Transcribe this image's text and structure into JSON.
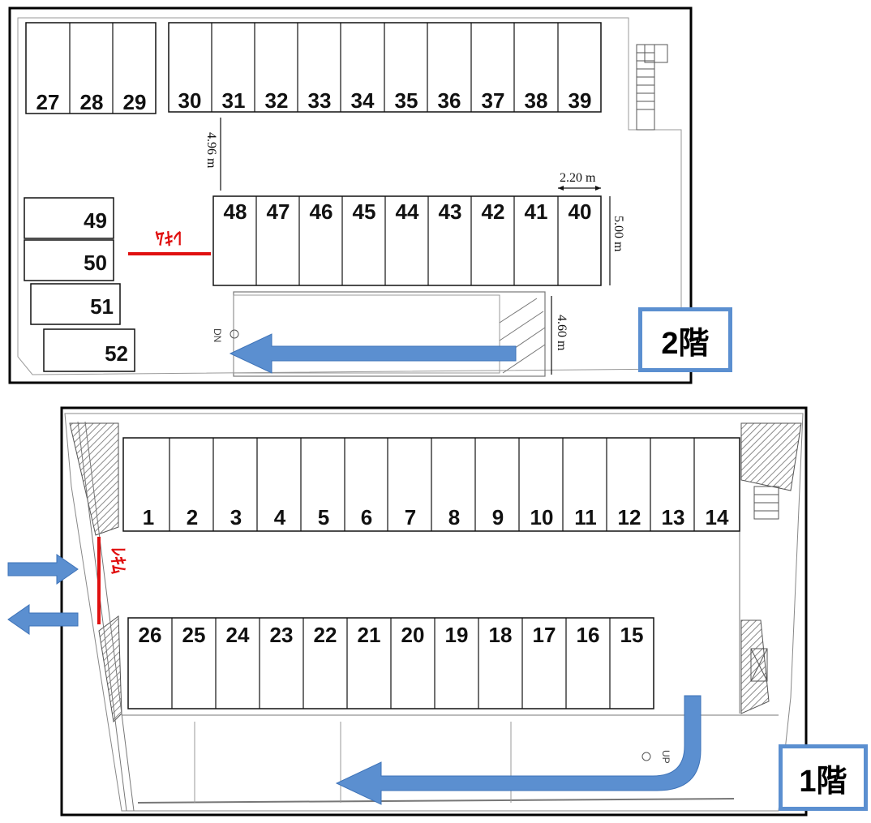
{
  "floor2": {
    "label": "2階",
    "top_left_slots": [
      "27",
      "28",
      "29"
    ],
    "top_slots": [
      "30",
      "31",
      "32",
      "33",
      "34",
      "35",
      "36",
      "37",
      "38",
      "39"
    ],
    "middle_slots": [
      "48",
      "47",
      "46",
      "45",
      "44",
      "43",
      "42",
      "41",
      "40"
    ],
    "side_slots": [
      "49",
      "50",
      "51",
      "52"
    ],
    "entrance_mark": "ﾚｷﾑ",
    "dimensions": {
      "aisle_width": "4.96 m",
      "slot_width": "2.20 m",
      "slot_depth": "5.00 m",
      "ramp_width": "4.60 m"
    },
    "ramp_label": "DN"
  },
  "floor1": {
    "label": "1階",
    "top_slots": [
      "1",
      "2",
      "3",
      "4",
      "5",
      "6",
      "7",
      "8",
      "9",
      "10",
      "11",
      "12",
      "13",
      "14"
    ],
    "bottom_slots": [
      "26",
      "25",
      "24",
      "23",
      "22",
      "21",
      "20",
      "19",
      "18",
      "17",
      "16",
      "15"
    ],
    "entrance_mark": "ﾚｷﾑ",
    "ramp_label": "UP"
  },
  "colors": {
    "arrow": "#5b8fd0",
    "entrance": "#e01010",
    "line": "#111111",
    "hatch": "#9a9a9a"
  }
}
